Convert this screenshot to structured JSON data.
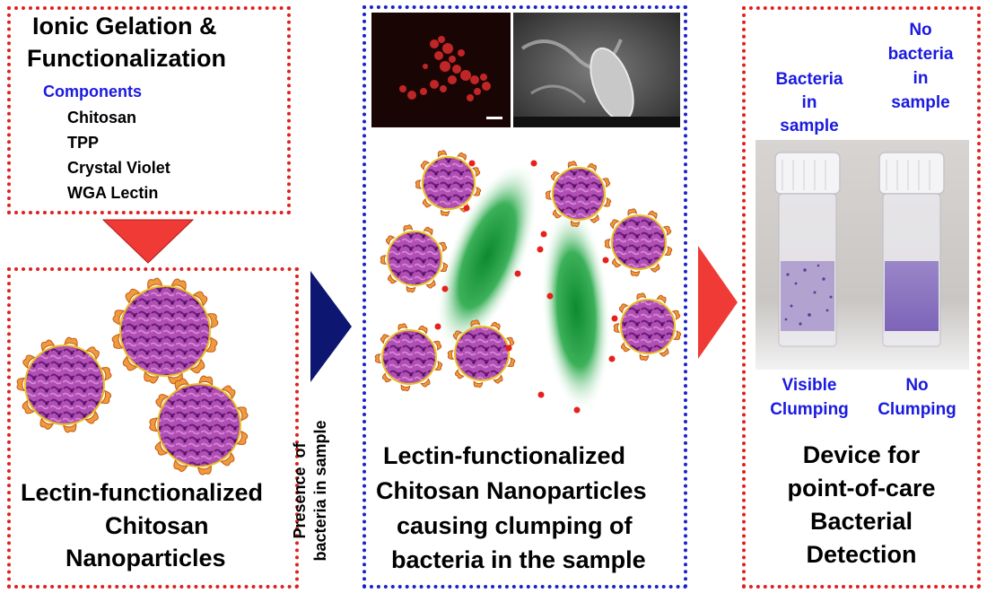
{
  "synthesis_box": {
    "title_line1": "Ionic Gelation &",
    "title_line2": "Functionalization",
    "components_heading": "Components",
    "components": [
      "Chitosan",
      "TPP",
      "Crystal Violet",
      "WGA Lectin"
    ]
  },
  "nanoparticle_box": {
    "caption_line1": "Lectin-functionalized",
    "caption_line2": "Chitosan",
    "caption_line3": "Nanoparticles"
  },
  "transition_label": {
    "line1": "Presence  of",
    "line2": "bacteria in sample"
  },
  "clumping_box": {
    "caption_line1": "Lectin-functionalized",
    "caption_line2": "Chitosan Nanoparticles",
    "caption_line3": "causing clumping of",
    "caption_line4": "bacteria in the sample"
  },
  "device_box": {
    "left_label": [
      "Bacteria",
      "in",
      "sample"
    ],
    "right_label": [
      "No",
      "bacteria",
      "in",
      "sample"
    ],
    "left_result": [
      "Visible",
      "Clumping"
    ],
    "right_result": [
      "No",
      "Clumping"
    ],
    "caption_line1": "Device for",
    "caption_line2": "point-of-care",
    "caption_line3": "Bacterial",
    "caption_line4": "Detection"
  },
  "colors": {
    "red_border": "#e0201e",
    "blue_border": "#1a22c8",
    "label_blue": "#1a1ae0",
    "arrow_red": "#f03a35",
    "arrow_navy": "#0d1670",
    "particle_purple": "#9a3ea0",
    "bacteria_green": "#18a040"
  }
}
